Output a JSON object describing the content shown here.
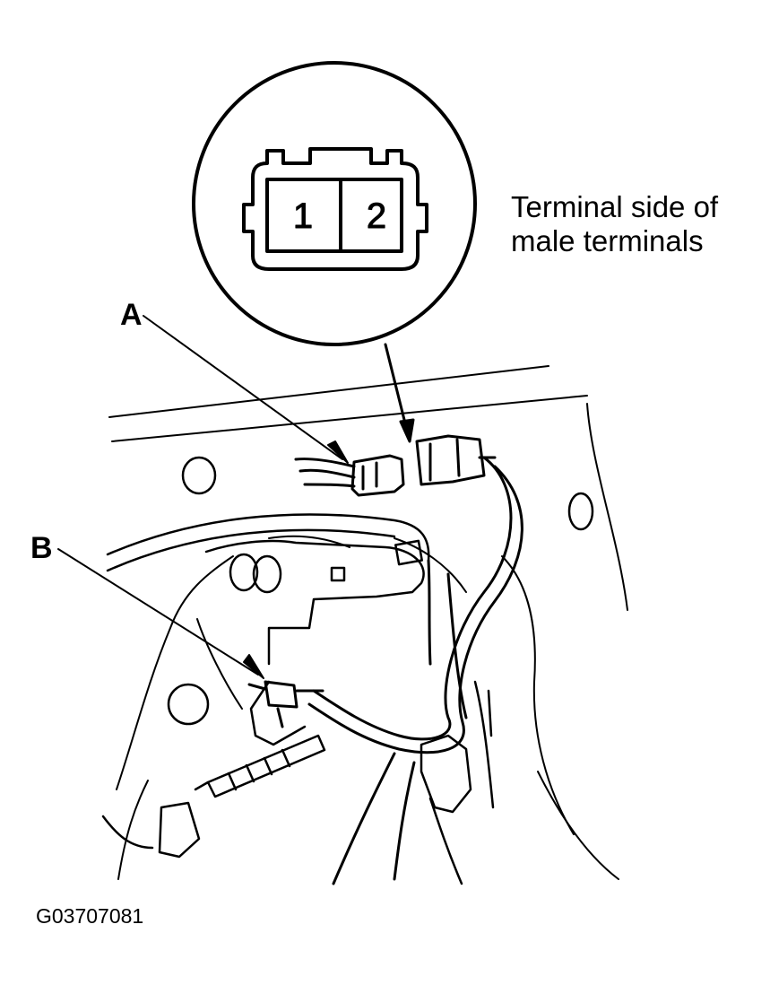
{
  "figure": {
    "label_a": "A",
    "label_b": "B",
    "inset_caption_line1": "Terminal side of",
    "inset_caption_line2": "male terminals",
    "terminal_1": "1",
    "terminal_2": "2",
    "figure_code": "G03707081"
  }
}
